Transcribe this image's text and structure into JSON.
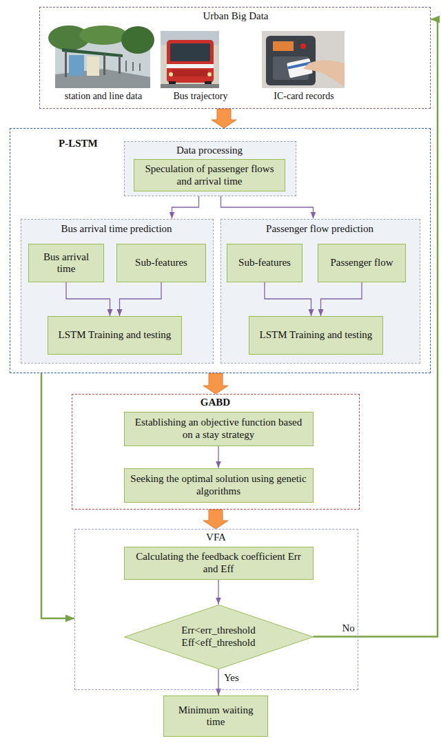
{
  "diagram": {
    "nodes": [
      {
        "text": [
          "Urban Big Data",
          "station and line data",
          "Bus trajectory",
          "IC-card records"
        ]
      },
      {
        "text": [
          "P-LSTM"
        ]
      },
      {
        "text": [
          "Data processing"
        ],
        "in": 1
      },
      {
        "text": [
          "Speculation of passenger flows and arrival time"
        ],
        "in": 2
      },
      {
        "text": [
          "Bus arrival time prediction"
        ],
        "in": 1
      },
      {
        "text": [
          "Bus arrival time"
        ],
        "in": 4
      },
      {
        "text": [
          "Sub-features"
        ],
        "in": 4
      },
      {
        "text": [
          "LSTM Training and testing"
        ],
        "in": 4
      },
      {
        "text": [
          "Passenger flow prediction"
        ],
        "in": 1
      },
      {
        "text": [
          "Sub-features"
        ],
        "in": 8
      },
      {
        "text": [
          "Passenger flow"
        ],
        "in": 8
      },
      {
        "text": [
          "LSTM Training and testing"
        ],
        "in": 8
      },
      {
        "text": [
          "GABD"
        ]
      },
      {
        "text": [
          "Establishing an objective function based on a stay strategy"
        ],
        "in": 12
      },
      {
        "text": [
          "Seeking the optimal solution using genetic algorithms"
        ],
        "in": 12
      },
      {
        "text": [
          "VFA"
        ]
      },
      {
        "text": [
          "Calculating the feedback coefficient Err and Eff"
        ],
        "in": 15
      },
      {
        "text": [
          "Err<err_threshold Eff<eff_threshold"
        ],
        "in": 15
      },
      {
        "text": [
          "Minimum waiting time"
        ]
      }
    ],
    "edges": [
      {
        "from": 0,
        "to": 1,
        "arrow": "to"
      },
      {
        "from": 2,
        "to": 4,
        "arrow": "to"
      },
      {
        "from": 2,
        "to": 8,
        "arrow": "to"
      },
      {
        "from": 5,
        "to": 7,
        "arrow": "to"
      },
      {
        "from": 6,
        "to": 7,
        "arrow": "to"
      },
      {
        "from": 9,
        "to": 11,
        "arrow": "to"
      },
      {
        "from": 10,
        "to": 11,
        "arrow": "to"
      },
      {
        "from": 1,
        "to": 12,
        "arrow": "to"
      },
      {
        "from": 13,
        "to": 14,
        "arrow": "to"
      },
      {
        "from": 12,
        "to": 15,
        "arrow": "to"
      },
      {
        "from": 16,
        "to": 17,
        "arrow": "to"
      },
      {
        "from": 1,
        "to": 15,
        "arrow": "to"
      },
      {
        "from": 17,
        "to": 0,
        "label": "No",
        "arrow": "to"
      },
      {
        "from": 17,
        "to": 18,
        "label": "Yes",
        "arrow": "to"
      }
    ]
  }
}
